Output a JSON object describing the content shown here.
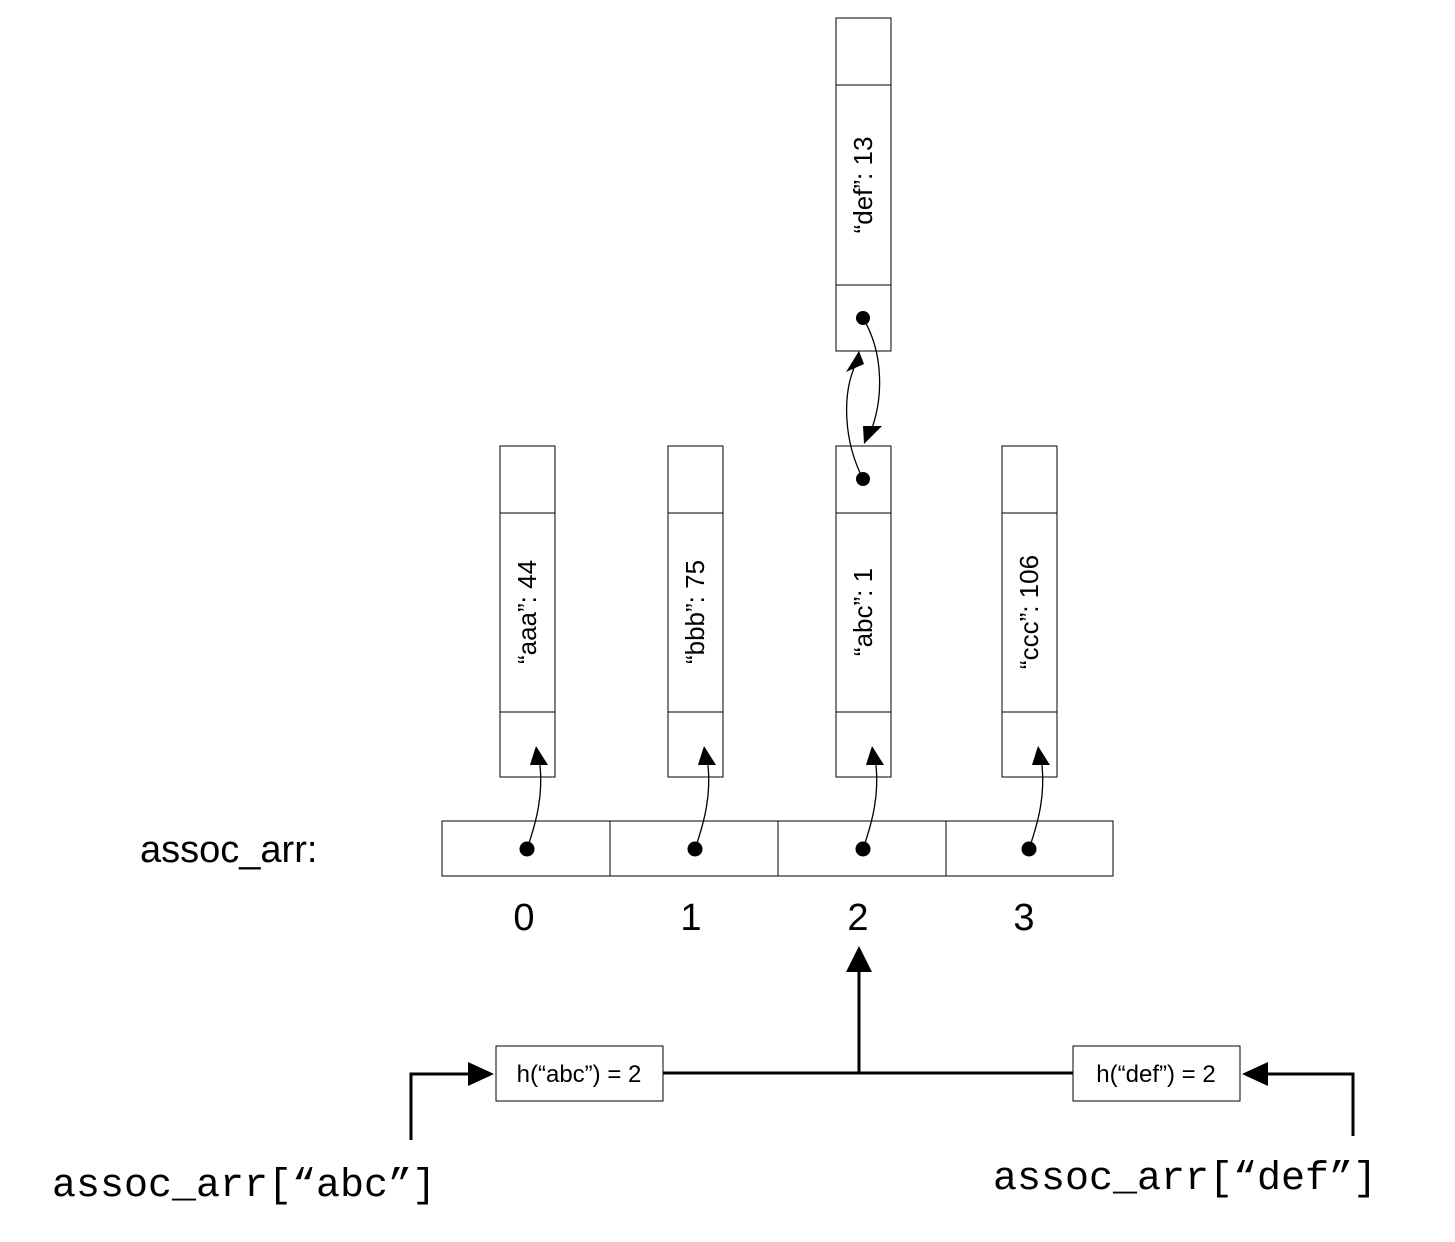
{
  "array": {
    "label": "assoc_arr:",
    "indices": [
      "0",
      "1",
      "2",
      "3"
    ]
  },
  "entries": [
    {
      "text": "“aaa”: 44"
    },
    {
      "text": "“bbb”: 75"
    },
    {
      "text": "“abc”: 1"
    },
    {
      "text": "“ccc”: 106"
    },
    {
      "text": "“def”: 13"
    }
  ],
  "hash_boxes": {
    "left": "h(“abc”) = 2",
    "right": "h(“def”) = 2"
  },
  "calls": {
    "left": "assoc_arr[“abc”]",
    "right": "assoc_arr[“def”]"
  }
}
